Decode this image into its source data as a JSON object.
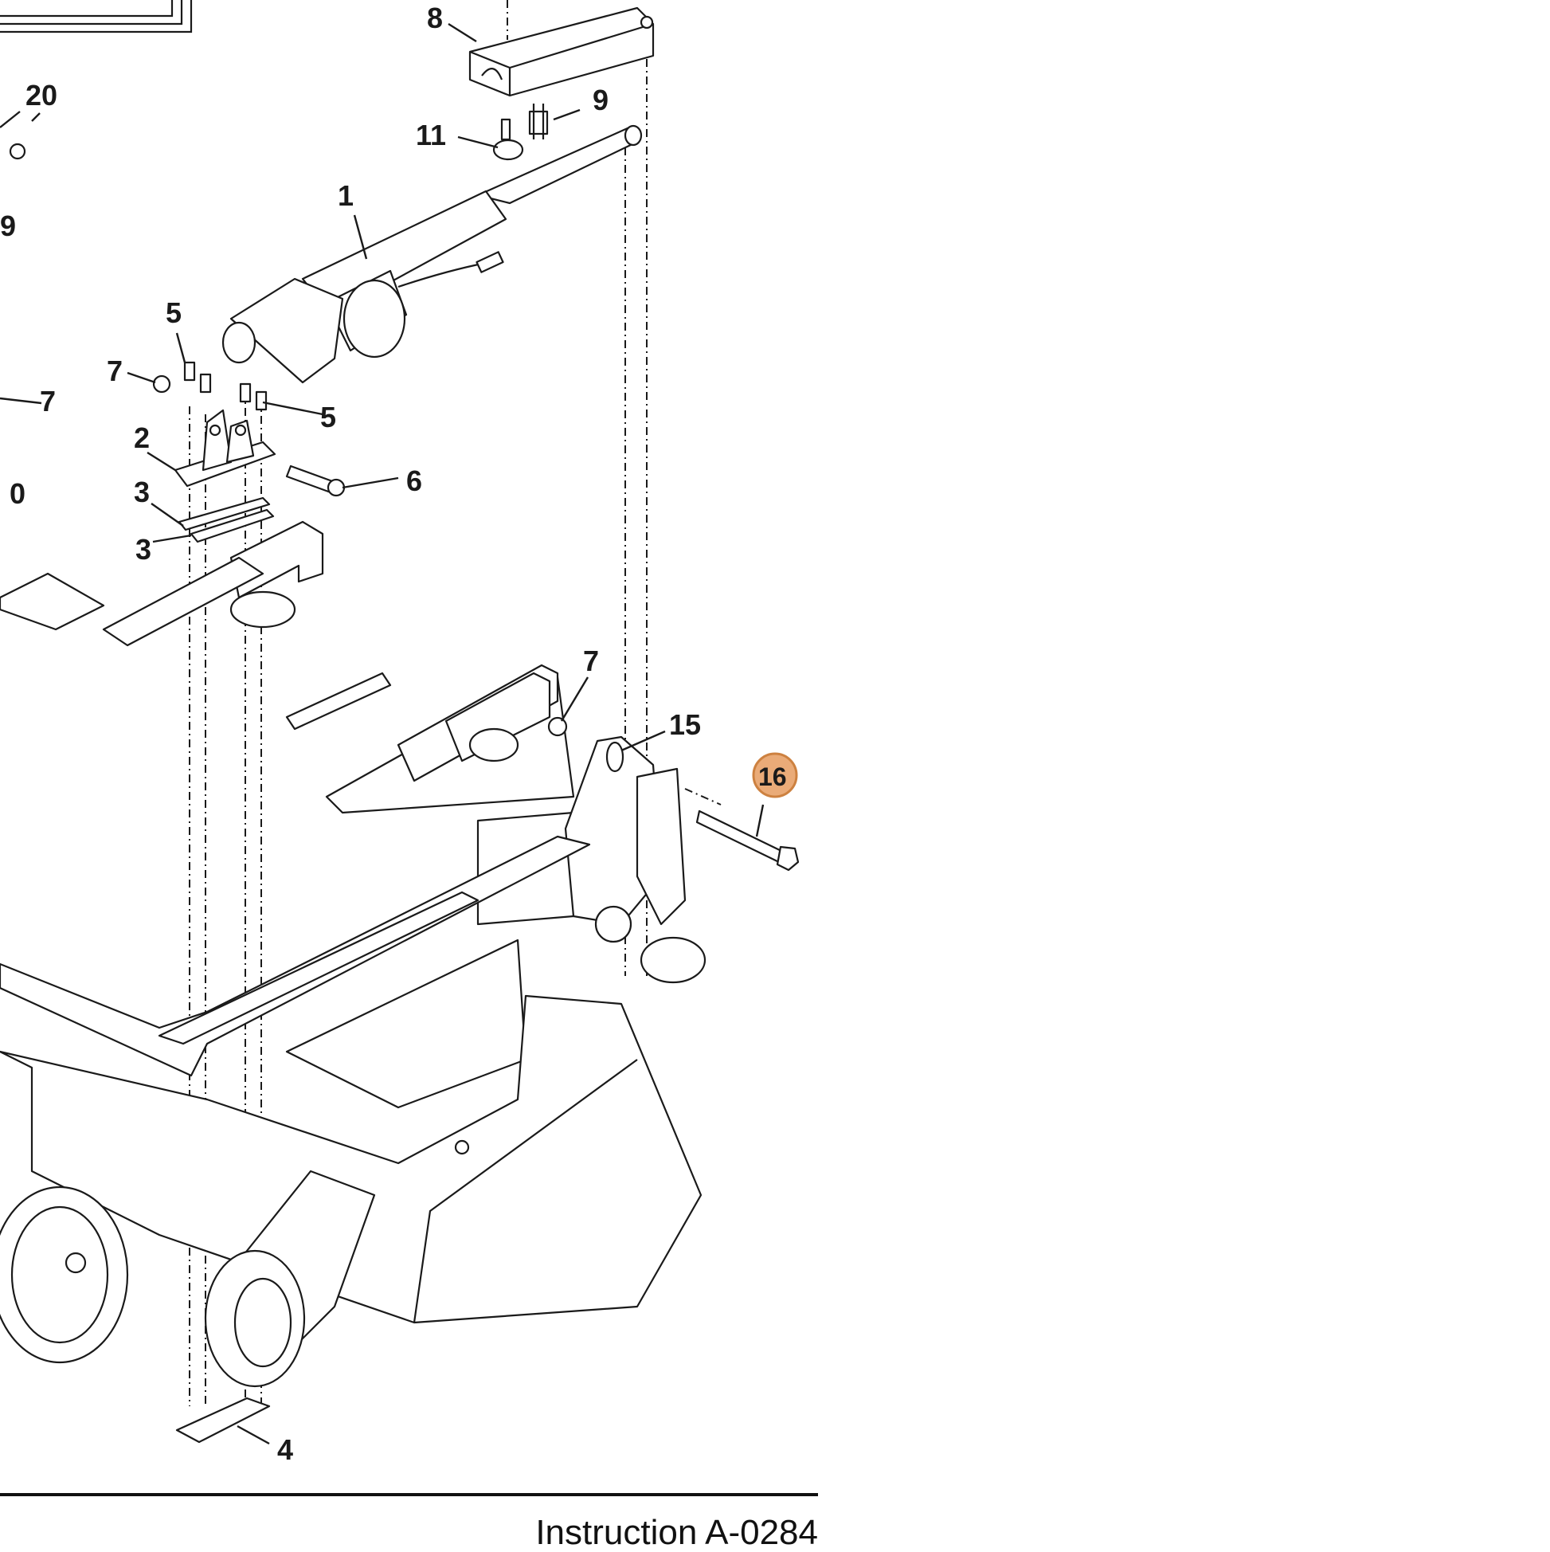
{
  "callouts": {
    "c20": "20",
    "c8": "8",
    "c9a": "9",
    "c11": "11",
    "c9b": "9",
    "c1": "1",
    "c5a": "5",
    "c7a": "7",
    "c7b": "7",
    "c5b": "5",
    "c2": "2",
    "c6": "6",
    "c3a": "3",
    "c3b": "3",
    "c0": "0",
    "c7c": "7",
    "c15": "15",
    "c16": "16",
    "c4": "4"
  },
  "highlight": {
    "part": "16",
    "color": "#e8a36a",
    "ring_color": "#c8742c"
  },
  "footer": {
    "instruction": "Instruction A-0284"
  }
}
